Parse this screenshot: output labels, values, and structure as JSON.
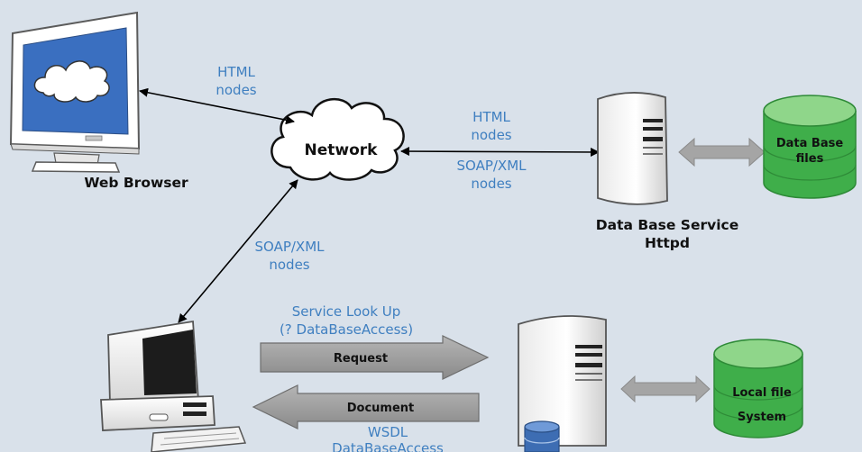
{
  "nodes": {
    "web_browser": "Web Browser",
    "network": "Network",
    "db_service_line1": "Data Base Service",
    "db_service_line2": "Httpd",
    "db_files_line1": "Data Base",
    "db_files_line2": "files",
    "local_file_line1": "Local file",
    "local_file_line2": "System"
  },
  "edges": {
    "browser_html_line1": "HTML",
    "browser_html_line2": "nodes",
    "server_html_line1": "HTML",
    "server_html_line2": "nodes",
    "server_soap_line1": "SOAP/XML",
    "server_soap_line2": "nodes",
    "client_soap_line1": "SOAP/XML",
    "client_soap_line2": "nodes",
    "lookup_line1": "Service Look Up",
    "lookup_line2": "(? DataBaseAccess)",
    "request": "Request",
    "document": "Document",
    "wsdl_line1": "WSDL",
    "wsdl_line2": "DataBaseAccess"
  },
  "colors": {
    "background": "#d9e1ea",
    "edge_label": "#3f7fc0",
    "cylinder_green": "#3fae4a",
    "cylinder_green_top": "#8fd68a",
    "monitor_screen": "#3a6fc0",
    "flow_arrow": "#888888"
  }
}
